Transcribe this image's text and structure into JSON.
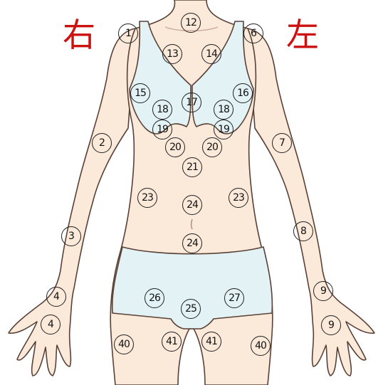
{
  "labels": {
    "right_side": "右",
    "left_side": "左"
  },
  "colors": {
    "skin": "#fbe9da",
    "garment": "#e3f3f5",
    "outline": "#5a4036",
    "label": "#cc1111"
  },
  "markers": [
    {
      "id": "m12a",
      "text": "12"
    },
    {
      "id": "m1",
      "text": "1"
    },
    {
      "id": "m6",
      "text": "6"
    },
    {
      "id": "m13",
      "text": "13"
    },
    {
      "id": "m14",
      "text": "14"
    },
    {
      "id": "m15",
      "text": "15"
    },
    {
      "id": "m16",
      "text": "16"
    },
    {
      "id": "m17",
      "text": "17"
    },
    {
      "id": "m18r",
      "text": "18"
    },
    {
      "id": "m18l",
      "text": "18"
    },
    {
      "id": "m19r",
      "text": "19"
    },
    {
      "id": "m19l",
      "text": "19"
    },
    {
      "id": "m2",
      "text": "2"
    },
    {
      "id": "m7",
      "text": "7"
    },
    {
      "id": "m20r",
      "text": "20"
    },
    {
      "id": "m20l",
      "text": "20"
    },
    {
      "id": "m21",
      "text": "21"
    },
    {
      "id": "m23r",
      "text": "23"
    },
    {
      "id": "m23l",
      "text": "23"
    },
    {
      "id": "m24a",
      "text": "24"
    },
    {
      "id": "m24b",
      "text": "24"
    },
    {
      "id": "m3",
      "text": "3"
    },
    {
      "id": "m8",
      "text": "8"
    },
    {
      "id": "m4a",
      "text": "4"
    },
    {
      "id": "m4b",
      "text": "4"
    },
    {
      "id": "m9a",
      "text": "9"
    },
    {
      "id": "m9b",
      "text": "9"
    },
    {
      "id": "m26",
      "text": "26"
    },
    {
      "id": "m25",
      "text": "25"
    },
    {
      "id": "m27",
      "text": "27"
    },
    {
      "id": "m40r",
      "text": "40"
    },
    {
      "id": "m41r",
      "text": "41"
    },
    {
      "id": "m41l",
      "text": "41"
    },
    {
      "id": "m40l",
      "text": "40"
    }
  ]
}
